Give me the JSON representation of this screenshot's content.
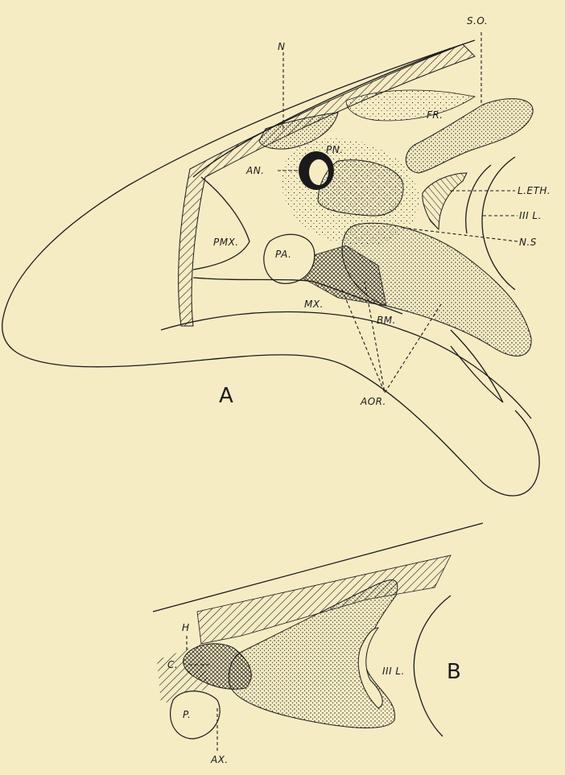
{
  "figure_a": {
    "panel_letter": "A",
    "labels": {
      "n": "N",
      "so": "S.O.",
      "fr": "FR.",
      "pn": "PN.",
      "an": "AN.",
      "leth": "L.ETH.",
      "iiil": "III L.",
      "ns": "N.S",
      "pmx": "PMX.",
      "pa": "PA.",
      "mx": "MX.",
      "bm": "BM.",
      "aor": "AOR."
    }
  },
  "figure_b": {
    "panel_letter": "B",
    "labels": {
      "h": "H",
      "c": "C.",
      "iiil": "III L.",
      "p": "P.",
      "ax": "AX."
    }
  },
  "colors": {
    "paper": "#f6ecc4",
    "ink": "#1a1a1a"
  }
}
